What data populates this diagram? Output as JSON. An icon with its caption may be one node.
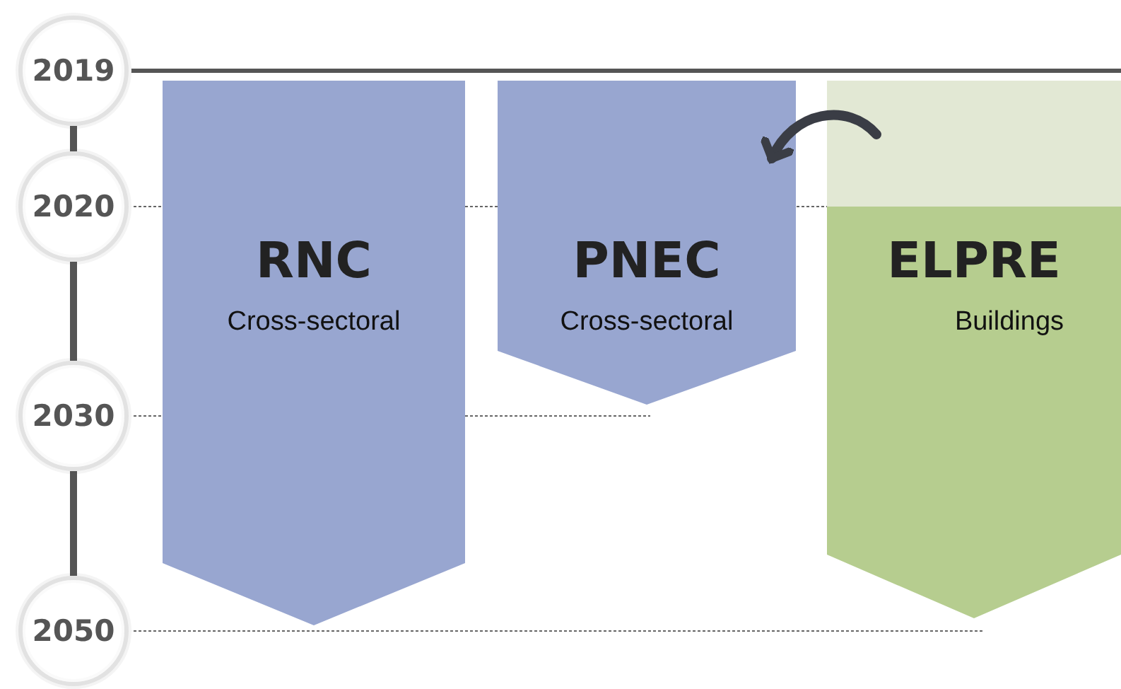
{
  "diagram": {
    "nodes": [
      {
        "text": [
          "2019"
        ]
      },
      {
        "text": [
          "2020"
        ]
      },
      {
        "text": [
          "2030"
        ]
      },
      {
        "text": [
          "2050"
        ]
      },
      {
        "text": [
          "RNC",
          "Cross-sectoral"
        ]
      },
      {
        "text": [
          "PNEC",
          "Cross-sectoral"
        ]
      },
      {
        "text": [
          "ELPRE",
          "Buildings"
        ]
      }
    ],
    "edges": [
      {
        "from": 0,
        "to": 1,
        "arrow": "none"
      },
      {
        "from": 1,
        "to": 2,
        "arrow": "none"
      },
      {
        "from": 2,
        "to": 3,
        "arrow": "none"
      },
      {
        "from": 6,
        "to": 5,
        "arrow": "to"
      }
    ]
  }
}
